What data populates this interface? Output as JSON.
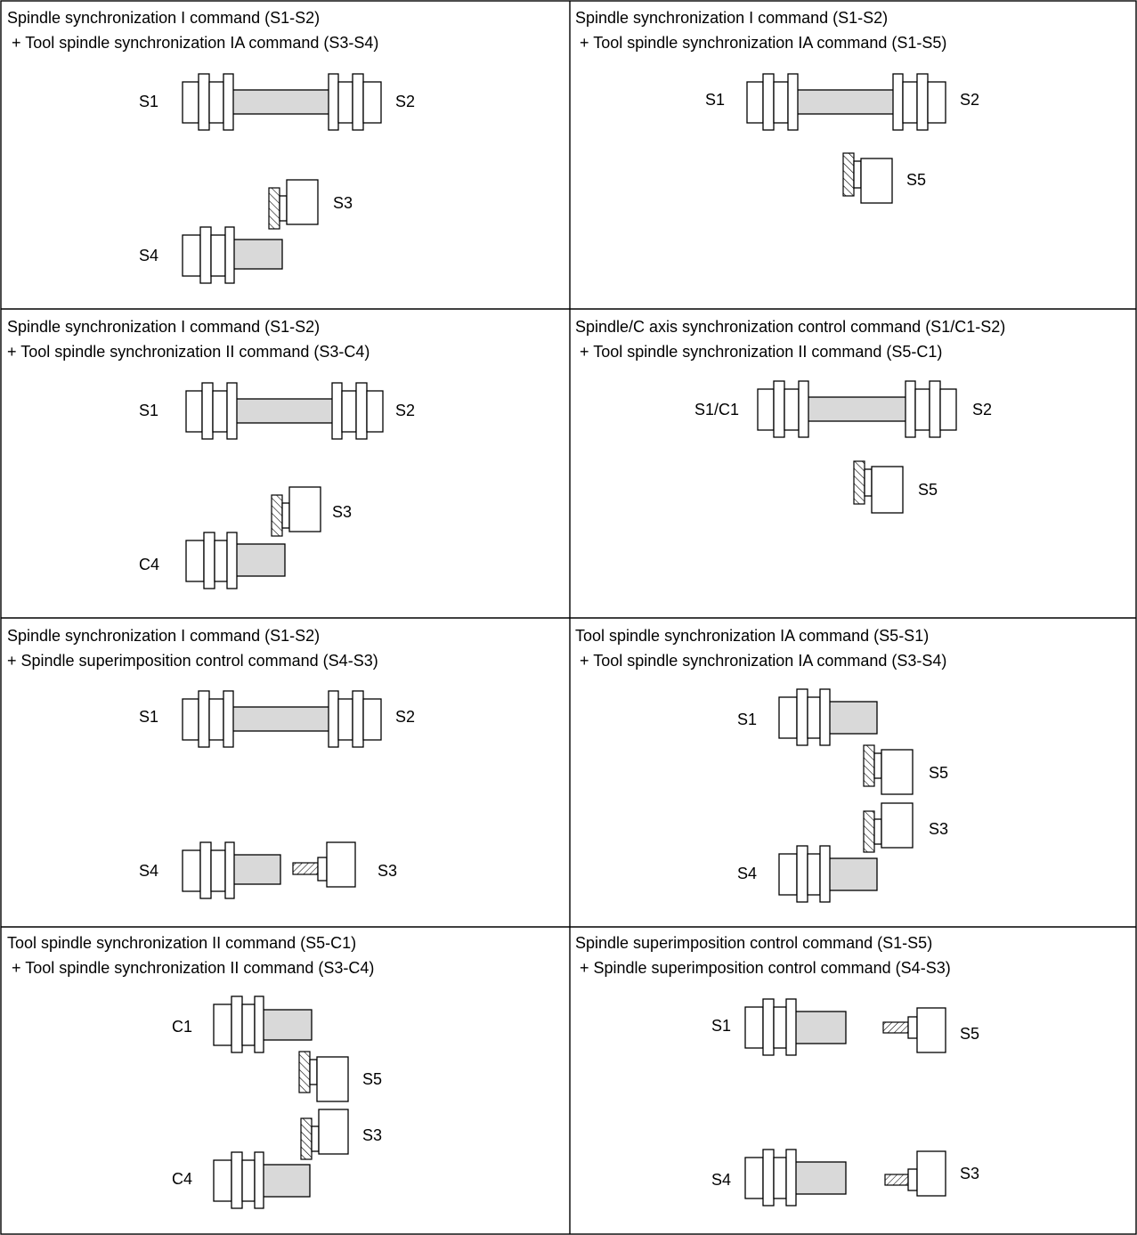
{
  "cells": [
    {
      "title1": "Spindle synchronization I command (S1-S2)",
      "title2": " + Tool spindle synchronization IA command (S3-S4)",
      "labels": [
        "S1",
        "S2",
        "S3",
        "S4"
      ]
    },
    {
      "title1": "Spindle synchronization I command (S1-S2)",
      "title2": " + Tool spindle synchronization IA command (S1-S5)",
      "labels": [
        "S1",
        "S2",
        "S5"
      ]
    },
    {
      "title1": "Spindle synchronization I command (S1-S2)",
      "title2": "+ Tool spindle synchronization II command (S3-C4)",
      "labels": [
        "S1",
        "S2",
        "S3",
        "C4"
      ]
    },
    {
      "title1": "Spindle/C axis synchronization control command (S1/C1-S2)",
      "title2": " + Tool spindle synchronization II command (S5-C1)",
      "labels": [
        "S1/C1",
        "S2",
        "S5"
      ]
    },
    {
      "title1": "Spindle synchronization I command (S1-S2)",
      "title2": "+ Spindle superimposition control command (S4-S3)",
      "labels": [
        "S1",
        "S2",
        "S4",
        "S3"
      ]
    },
    {
      "title1": "Tool spindle synchronization IA command (S5-S1)",
      "title2": " + Tool spindle synchronization IA command (S3-S4)",
      "labels": [
        "S1",
        "S5",
        "S3",
        "S4"
      ]
    },
    {
      "title1": "Tool spindle synchronization II command (S5-C1)",
      "title2": " + Tool spindle synchronization II command (S3-C4)",
      "labels": [
        "C1",
        "S5",
        "S3",
        "C4"
      ]
    },
    {
      "title1": "Spindle superimposition control command (S1-S5)",
      "title2": " + Spindle superimposition control command (S4-S3)",
      "labels": [
        "S1",
        "S5",
        "S4",
        "S3"
      ]
    }
  ]
}
